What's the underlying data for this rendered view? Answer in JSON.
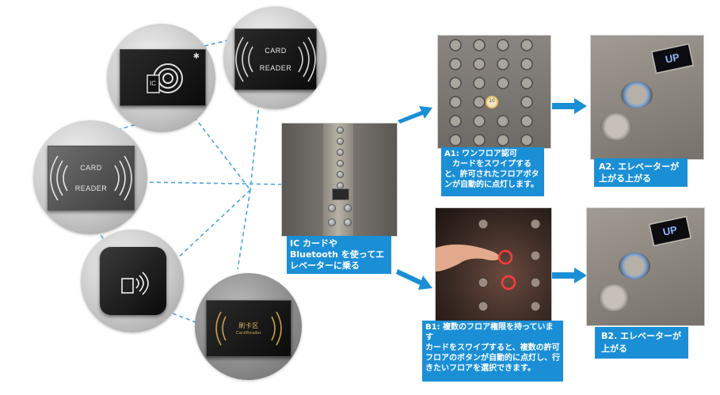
{
  "reader": {
    "card_label_line1": "CARD",
    "card_label_line2": "READER",
    "ic_label": "IC",
    "gold_card_line1": "刷卡区",
    "gold_card_line2": "CardReader"
  },
  "main_caption": "IC カードや Bluetooth を使ってエレベーターに乗る",
  "steps": {
    "a1": "A1: ワンフロア認可\n　カードをスワイプすると、許可されたフロアボタンが自動的に点灯します。",
    "a2": "A2. エレベーターが上がる上がる",
    "b1": "B1: 複数のフロア権限を持っています\nカードをスワイプすると、複数の許可フロアのボタンが自動的に点灯し、行きたいフロアを選択できます。",
    "b2": "B2. エレベーターが上がる"
  },
  "displays": {
    "up_label": "UP",
    "floor_number": "10"
  },
  "colors": {
    "accent_blue": "#1b8fd6",
    "dash_line": "#4aa3df"
  }
}
